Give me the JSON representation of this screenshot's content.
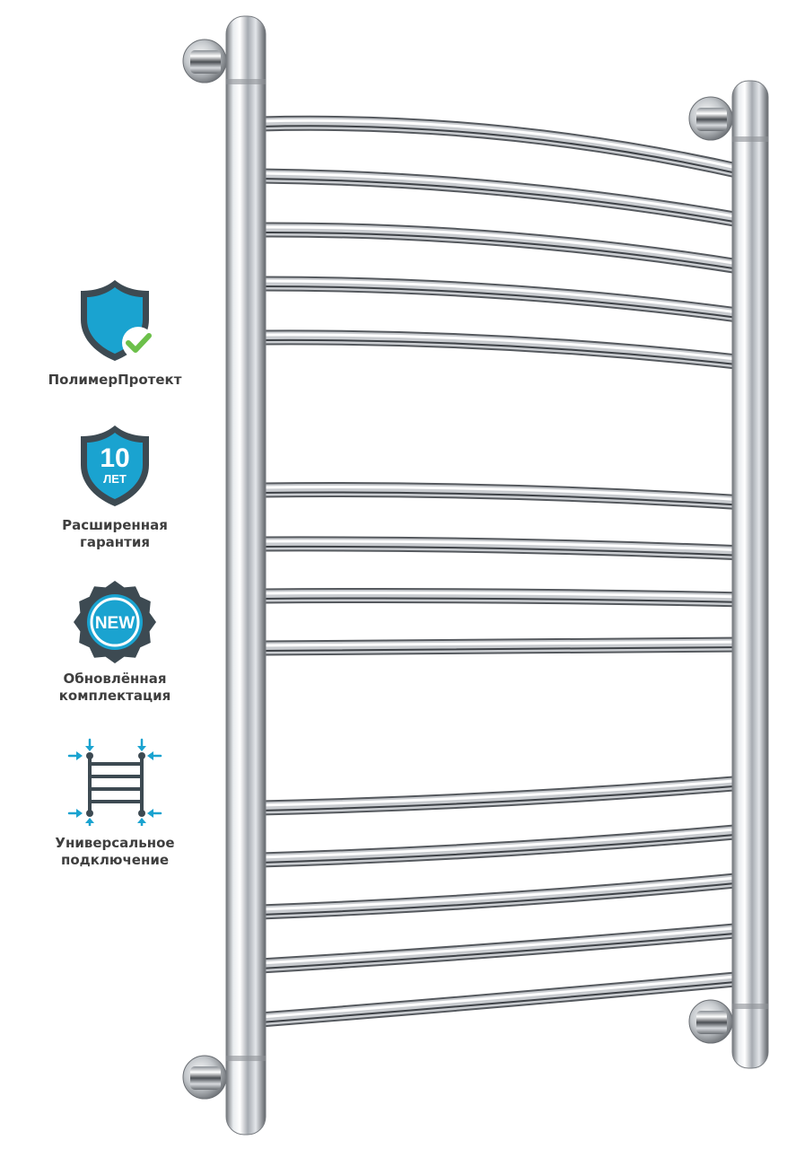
{
  "features": [
    {
      "icon": "shield-check-icon",
      "label": "ПолимерПротект"
    },
    {
      "icon": "shield-warranty-icon",
      "badge_number": "10",
      "badge_unit": "ЛЕТ",
      "label": "Расширенная\nгарантия"
    },
    {
      "icon": "new-badge-icon",
      "badge_text": "NEW",
      "label": "Обновлённая\nкомплектация"
    },
    {
      "icon": "ladder-connection-icon",
      "label": "Универсальное\nподключение"
    }
  ],
  "product": {
    "icon": "towel-rail-image"
  },
  "colors": {
    "accent": "#1aa3d0",
    "dark": "#3d4a52",
    "check": "#6cc04a",
    "text": "#3f3f3f",
    "chrome": "#c9ccd0"
  }
}
